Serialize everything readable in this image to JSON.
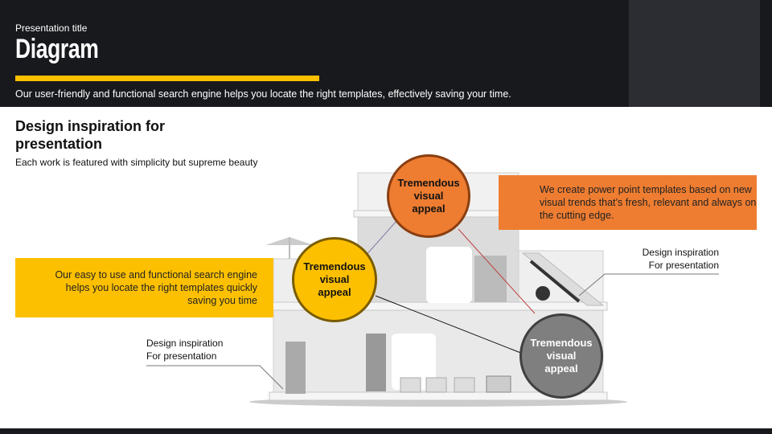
{
  "header": {
    "presentation_title": "Presentation title",
    "title": "Diagram",
    "subtitle": "Our user-friendly and functional search engine helps you locate the right templates, effectively saving your time."
  },
  "section": {
    "heading": "Design inspiration for presentation",
    "subheading": "Each work is featured with simplicity but supreme beauty"
  },
  "callouts": {
    "orange_text": "We create power point templates based on new visual trends that’s fresh, relevant and always on the cutting edge.",
    "yellow_text": "Our easy to use and functional search engine helps you locate the right templates quickly saving you time"
  },
  "circles": [
    {
      "label": "Tremendous visual appeal",
      "color": "#ee7d31"
    },
    {
      "label": "Tremendous visual appeal",
      "color": "#fdc000"
    },
    {
      "label": "Tremendous visual appeal",
      "color": "#7f7f7f"
    }
  ],
  "notes": {
    "right_line1": "Design inspiration",
    "right_line2": "For presentation",
    "left_line1": "Design inspiration",
    "left_line2": "For presentation"
  }
}
